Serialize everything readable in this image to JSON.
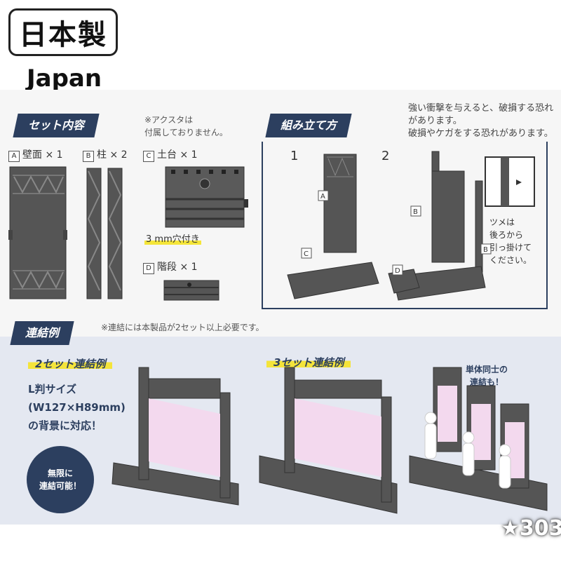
{
  "header": {
    "badge": "日本製",
    "subtitle": "Japan"
  },
  "warning": "強い衝撃を与えると、破損する恐れがあります。\n破損やケガをする恐れがあります。",
  "set_contents": {
    "title": "セット内容",
    "note": "※アクスタは\n付属しておりません。",
    "items": [
      {
        "key": "A",
        "label": "壁面 × 1"
      },
      {
        "key": "B",
        "label": "柱 × 2"
      },
      {
        "key": "C",
        "label": "土台 × 1"
      },
      {
        "key": "D",
        "label": "階段 × 1"
      }
    ],
    "hole_note": "3 mm穴付き"
  },
  "assembly": {
    "title": "組み立て方",
    "step1": "1",
    "step2": "2",
    "tab_note": "ツメは\n後ろから\n引っ掛けて\nください。"
  },
  "connection": {
    "title": "連結例",
    "note": "※連結には本製品が2セット以上必要です。",
    "two_set": "2セット連結例",
    "three_set": "3セット連結例",
    "l_size": "L判サイズ\n(W127×H89mm)\nの背景に対応！",
    "unlimited": "無限に\n連結可能！",
    "single": "単体同士の\n連結も！"
  },
  "watermark": "303",
  "colors": {
    "navy": "#2c3f5f",
    "highlight": "#f4e43a",
    "panel": "#555",
    "screen": "#f3d9ee"
  },
  "icons": [
    "person-silhouette-icon",
    "star-icon"
  ]
}
